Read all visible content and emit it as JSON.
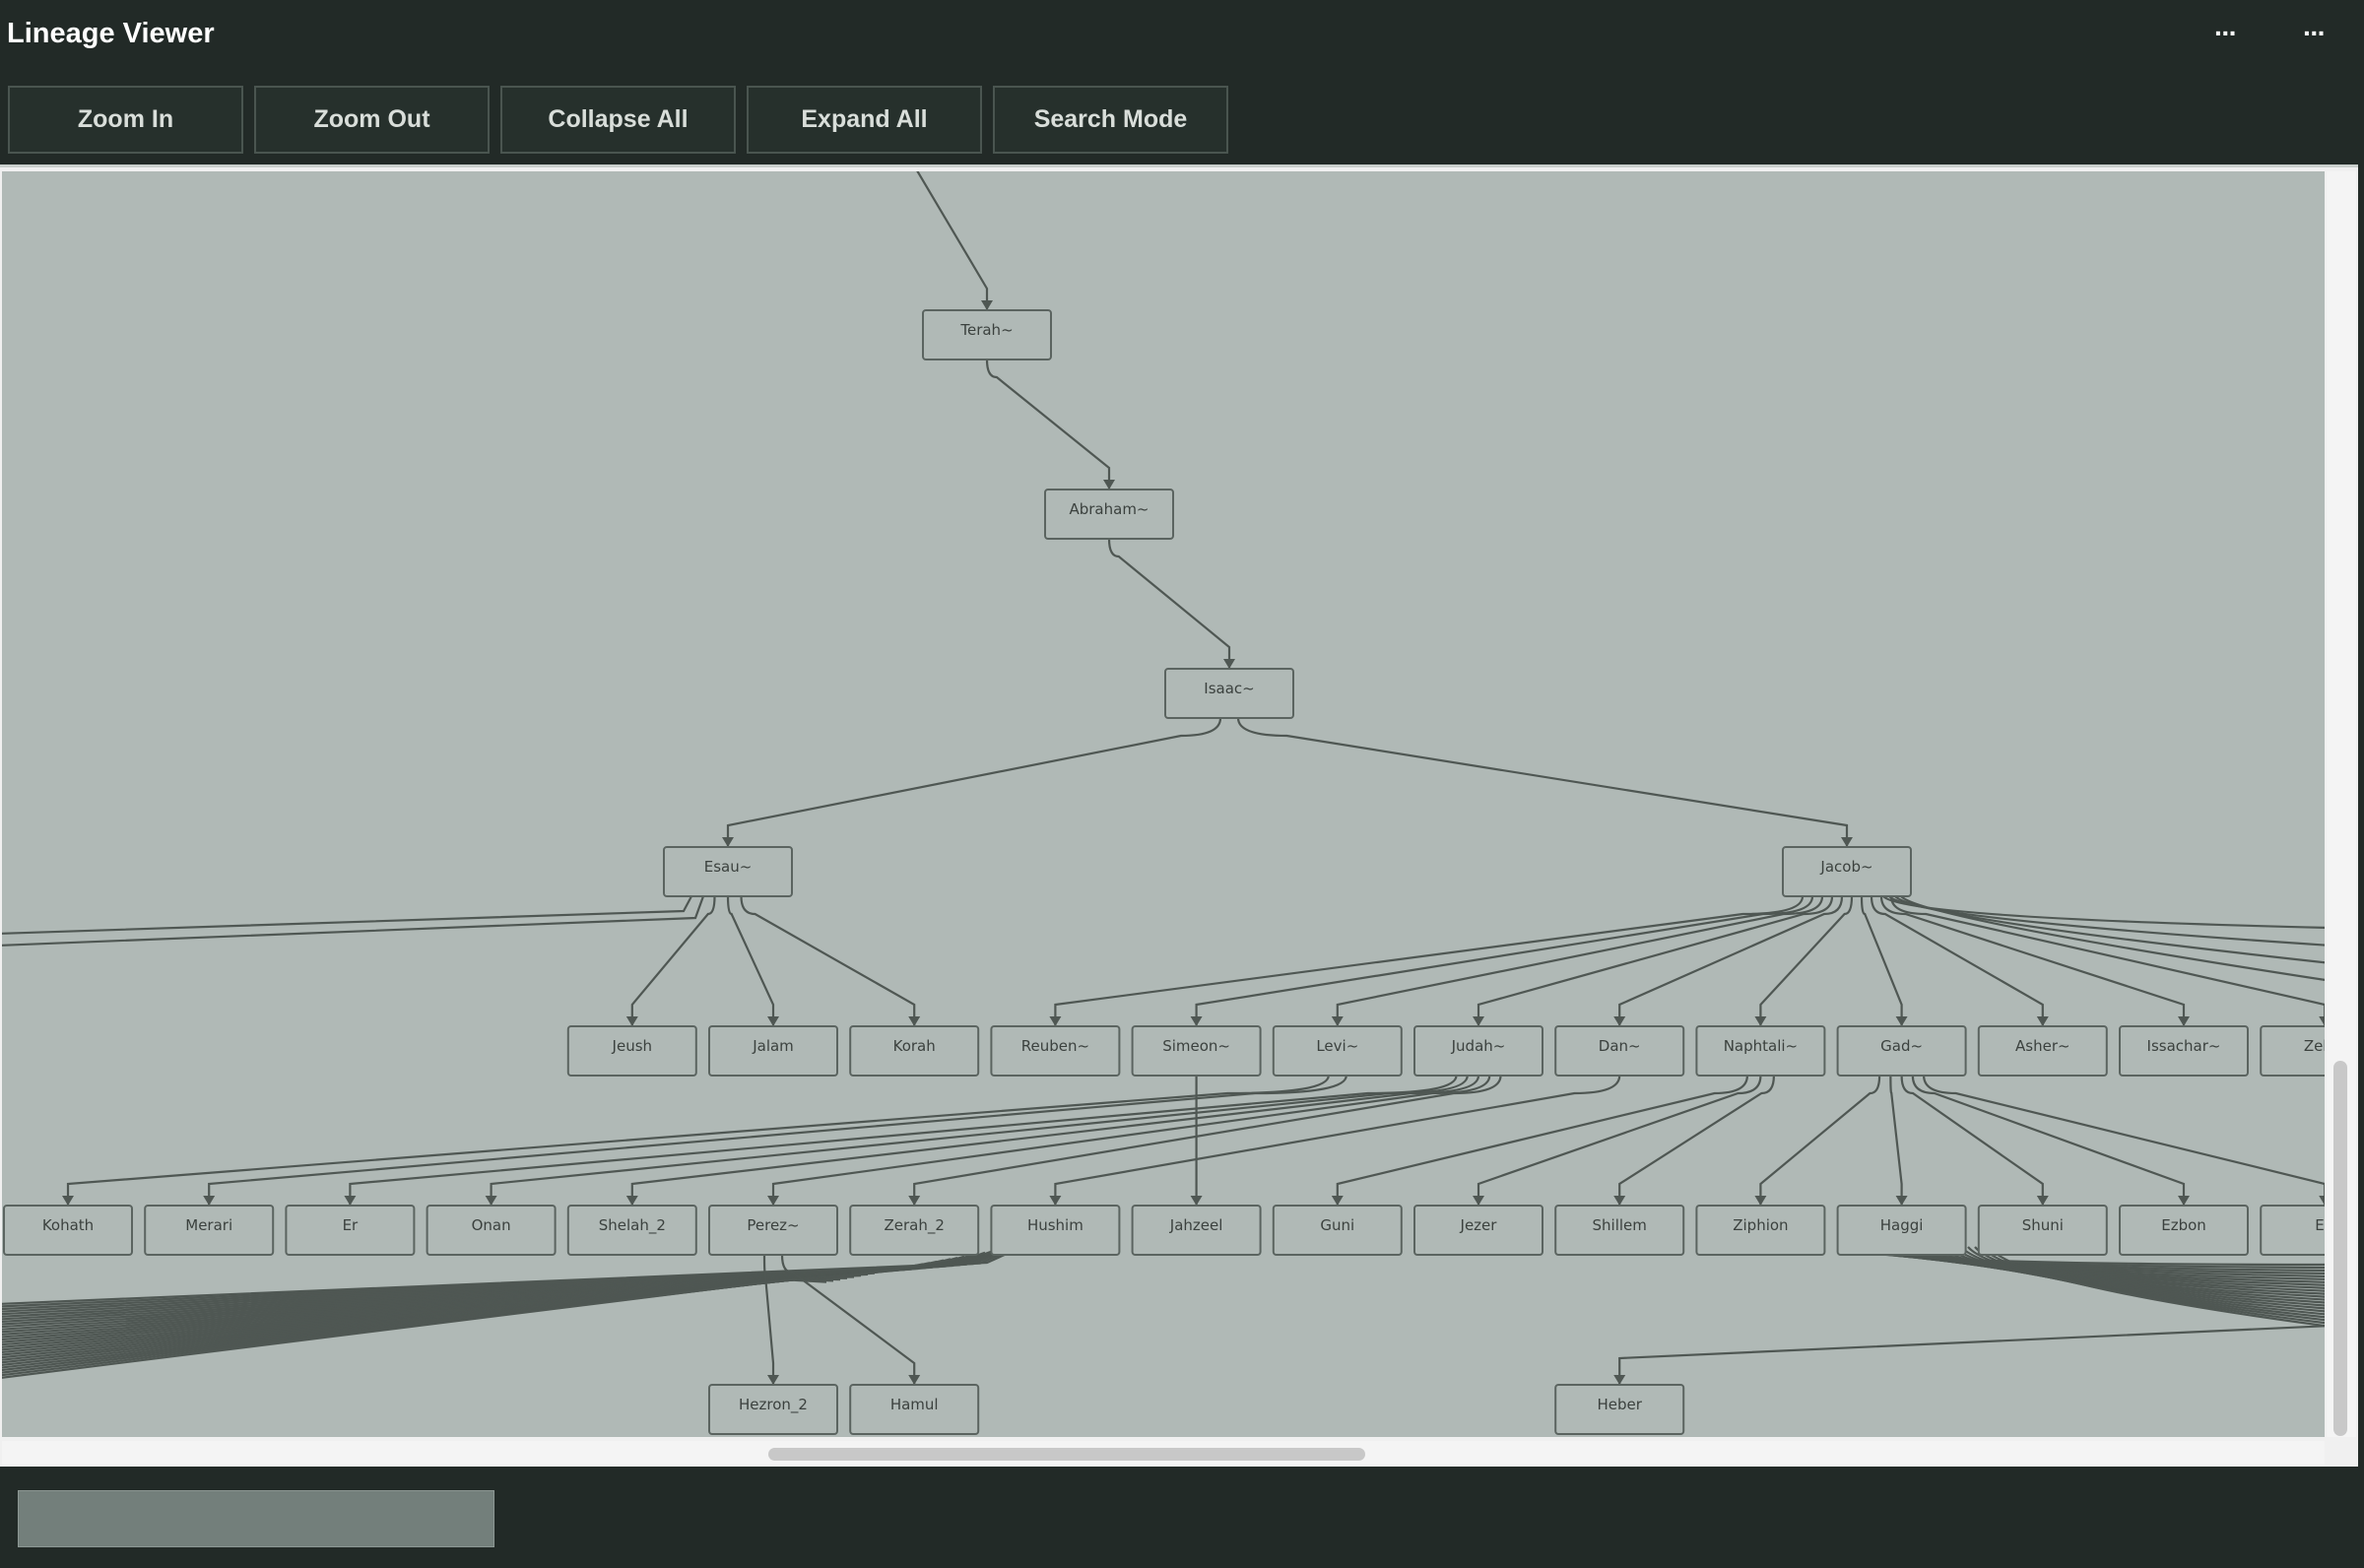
{
  "window": {
    "title": "Lineage Viewer",
    "menu_buttons": [
      "···",
      "···"
    ]
  },
  "toolbar": {
    "buttons": [
      "Zoom In",
      "Zoom Out",
      "Collapse All",
      "Expand All",
      "Search Mode"
    ]
  },
  "tree": {
    "nodes": [
      {
        "id": "top",
        "label": ""
      },
      {
        "id": "terah",
        "label": "Terah~"
      },
      {
        "id": "abraham",
        "label": "Abraham~"
      },
      {
        "id": "isaac",
        "label": "Isaac~"
      },
      {
        "id": "esau",
        "label": "Esau~"
      },
      {
        "id": "jacob",
        "label": "Jacob~"
      },
      {
        "id": "jeush",
        "label": "Jeush"
      },
      {
        "id": "jalam",
        "label": "Jalam"
      },
      {
        "id": "korah",
        "label": "Korah"
      },
      {
        "id": "reuben",
        "label": "Reuben~"
      },
      {
        "id": "simeon",
        "label": "Simeon~"
      },
      {
        "id": "levi",
        "label": "Levi~"
      },
      {
        "id": "judah",
        "label": "Judah~"
      },
      {
        "id": "dan",
        "label": "Dan~"
      },
      {
        "id": "naphtali",
        "label": "Naphtali~"
      },
      {
        "id": "gad",
        "label": "Gad~"
      },
      {
        "id": "asher",
        "label": "Asher~"
      },
      {
        "id": "issachar",
        "label": "Issachar~"
      },
      {
        "id": "zebulun",
        "label": "Zebul"
      },
      {
        "id": "kohath",
        "label": "Kohath"
      },
      {
        "id": "merari",
        "label": "Merari"
      },
      {
        "id": "er",
        "label": "Er"
      },
      {
        "id": "onan",
        "label": "Onan"
      },
      {
        "id": "shelah2",
        "label": "Shelah_2"
      },
      {
        "id": "perez",
        "label": "Perez~"
      },
      {
        "id": "zerah2",
        "label": "Zerah_2"
      },
      {
        "id": "hushim",
        "label": "Hushim"
      },
      {
        "id": "jahzeel",
        "label": "Jahzeel"
      },
      {
        "id": "guni",
        "label": "Guni"
      },
      {
        "id": "jezer",
        "label": "Jezer"
      },
      {
        "id": "shillem",
        "label": "Shillem"
      },
      {
        "id": "ziphion",
        "label": "Ziphion"
      },
      {
        "id": "haggi",
        "label": "Haggi"
      },
      {
        "id": "shuni",
        "label": "Shuni"
      },
      {
        "id": "ezbon",
        "label": "Ezbon"
      },
      {
        "id": "eri",
        "label": "Eri"
      },
      {
        "id": "hezron2",
        "label": "Hezron_2"
      },
      {
        "id": "hamul",
        "label": "Hamul"
      },
      {
        "id": "heber",
        "label": "Heber"
      }
    ],
    "edges": [
      [
        "top",
        "terah"
      ],
      [
        "terah",
        "abraham"
      ],
      [
        "abraham",
        "isaac"
      ],
      [
        "isaac",
        "esau"
      ],
      [
        "isaac",
        "jacob"
      ],
      [
        "esau",
        "jeush"
      ],
      [
        "esau",
        "jalam"
      ],
      [
        "esau",
        "korah"
      ],
      [
        "jacob",
        "reuben"
      ],
      [
        "jacob",
        "simeon"
      ],
      [
        "jacob",
        "levi"
      ],
      [
        "jacob",
        "judah"
      ],
      [
        "jacob",
        "dan"
      ],
      [
        "jacob",
        "naphtali"
      ],
      [
        "jacob",
        "gad"
      ],
      [
        "jacob",
        "asher"
      ],
      [
        "jacob",
        "issachar"
      ],
      [
        "jacob",
        "zebulun"
      ],
      [
        "levi",
        "kohath"
      ],
      [
        "levi",
        "merari"
      ],
      [
        "judah",
        "er"
      ],
      [
        "judah",
        "onan"
      ],
      [
        "judah",
        "shelah2"
      ],
      [
        "judah",
        "perez"
      ],
      [
        "judah",
        "zerah2"
      ],
      [
        "dan",
        "hushim"
      ],
      [
        "simeon",
        "jahzeel"
      ],
      [
        "naphtali",
        "guni"
      ],
      [
        "naphtali",
        "jezer"
      ],
      [
        "naphtali",
        "shillem"
      ],
      [
        "gad",
        "ziphion"
      ],
      [
        "gad",
        "haggi"
      ],
      [
        "gad",
        "shuni"
      ],
      [
        "gad",
        "ezbon"
      ],
      [
        "gad",
        "eri"
      ],
      [
        "perez",
        "hezron2"
      ],
      [
        "perez",
        "hamul"
      ]
    ]
  },
  "status": {
    "field_value": ""
  }
}
